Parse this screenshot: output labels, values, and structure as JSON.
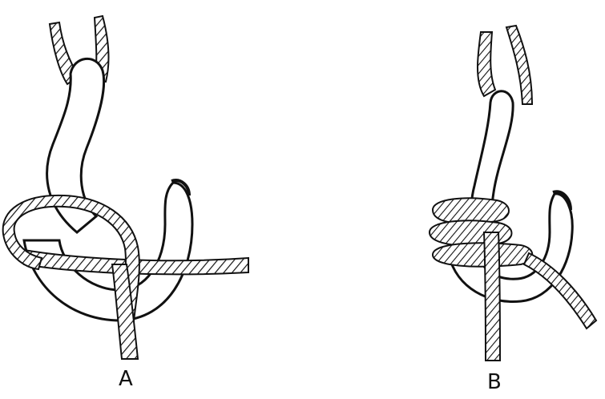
{
  "figures": [
    {
      "id": "A",
      "caption": "A"
    },
    {
      "id": "B",
      "caption": "B"
    }
  ],
  "colors": {
    "ink": "#111111",
    "paper": "#ffffff"
  }
}
